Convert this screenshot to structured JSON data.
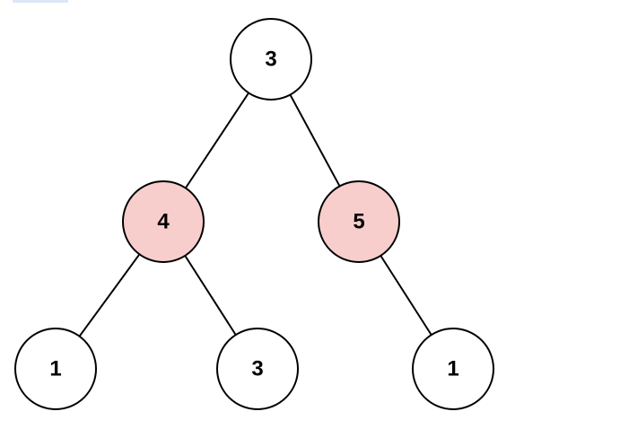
{
  "tree": {
    "nodes": [
      {
        "id": "root",
        "value": "3",
        "highlighted": false
      },
      {
        "id": "left",
        "value": "4",
        "highlighted": true
      },
      {
        "id": "right",
        "value": "5",
        "highlighted": true
      },
      {
        "id": "left-left",
        "value": "1",
        "highlighted": false
      },
      {
        "id": "left-right",
        "value": "3",
        "highlighted": false
      },
      {
        "id": "right-right",
        "value": "1",
        "highlighted": false
      }
    ],
    "edges": [
      {
        "from": "root",
        "to": "left"
      },
      {
        "from": "root",
        "to": "right"
      },
      {
        "from": "left",
        "to": "left-left"
      },
      {
        "from": "left",
        "to": "left-right"
      },
      {
        "from": "right",
        "to": "right-right"
      }
    ]
  },
  "colors": {
    "highlight_fill": "#f8cecc",
    "default_fill": "#ffffff",
    "stroke": "#000000"
  }
}
